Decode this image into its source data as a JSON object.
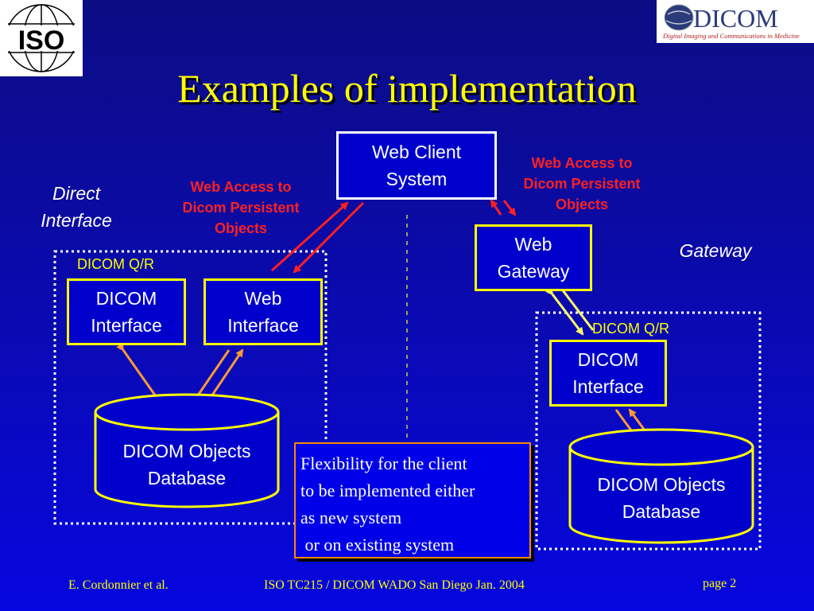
{
  "logos": {
    "iso": "ISO",
    "dicom": "DICOM",
    "dicom_tagline": "Digital Imaging and Communications in Medicine"
  },
  "title": "Examples of implementation",
  "web_client": {
    "line1": "Web Client",
    "line2": "System"
  },
  "web_access_left": {
    "line1": "Web Access to",
    "line2": "Dicom Persistent",
    "line3": "Objects"
  },
  "web_access_right": {
    "line1": "Web Access to",
    "line2": "Dicom Persistent",
    "line3": "Objects"
  },
  "direct_interface": {
    "line1": "Direct",
    "line2": "Interface"
  },
  "gateway_label": "Gateway",
  "left": {
    "dicom_qr": "DICOM Q/R",
    "dicom_interface": {
      "line1": "DICOM",
      "line2": "Interface"
    },
    "web_interface": {
      "line1": "Web",
      "line2": "Interface"
    },
    "database": {
      "line1": "DICOM Objects",
      "line2": "Database"
    }
  },
  "right": {
    "web_gateway": {
      "line1": "Web",
      "line2": "Gateway"
    },
    "dicom_qr": "DICOM Q/R",
    "dicom_interface": {
      "line1": "DICOM",
      "line2": "Interface"
    },
    "database": {
      "line1": "DICOM Objects",
      "line2": "Database"
    }
  },
  "note": {
    "line1": "Flexibility for the client",
    "line2": "to be implemented either",
    "line3": "as new system",
    "line4": " or on existing system"
  },
  "footer": {
    "author": "E. Cordonnier et al.",
    "event": "ISO TC215 / DICOM WADO San Diego Jan. 2004",
    "page": "page 2"
  },
  "colors": {
    "title": "#ffff00",
    "box_border": "#ffff00",
    "red_label": "#ff2020",
    "arrow_orange": "#ff9933",
    "arrow_red": "#ff2020",
    "arrow_yellow": "#ffff66",
    "dotted_border": "#ffffff"
  }
}
